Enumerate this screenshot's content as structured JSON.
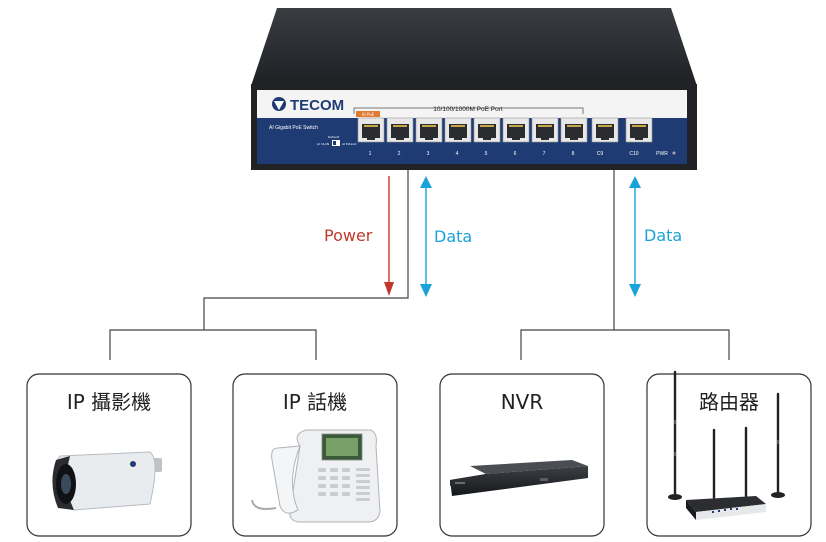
{
  "switch": {
    "brand": "TECOM",
    "model_label": "AI Gigabit PoE Switch",
    "port_header": "10/100/1000M PoE Port",
    "port_labels": [
      "1",
      "2",
      "3",
      "4",
      "5",
      "6",
      "7",
      "8",
      "C9",
      "C10",
      "PWR"
    ],
    "badge_text": "AI PoE",
    "dip_labels": [
      "Default",
      "AI VLAN",
      "AI Extend"
    ]
  },
  "connections": {
    "power_label": "Power",
    "data_label_left": "Data",
    "data_label_right": "Data"
  },
  "devices": [
    {
      "label": "IP 攝影機",
      "icon": "ip-camera-icon"
    },
    {
      "label": "IP 話機",
      "icon": "ip-phone-icon"
    },
    {
      "label": "NVR",
      "icon": "nvr-icon"
    },
    {
      "label": "路由器",
      "icon": "router-icon"
    }
  ],
  "colors": {
    "power": "#c0392b",
    "data": "#1aa3d9",
    "switch_navy": "#1f3b73"
  }
}
